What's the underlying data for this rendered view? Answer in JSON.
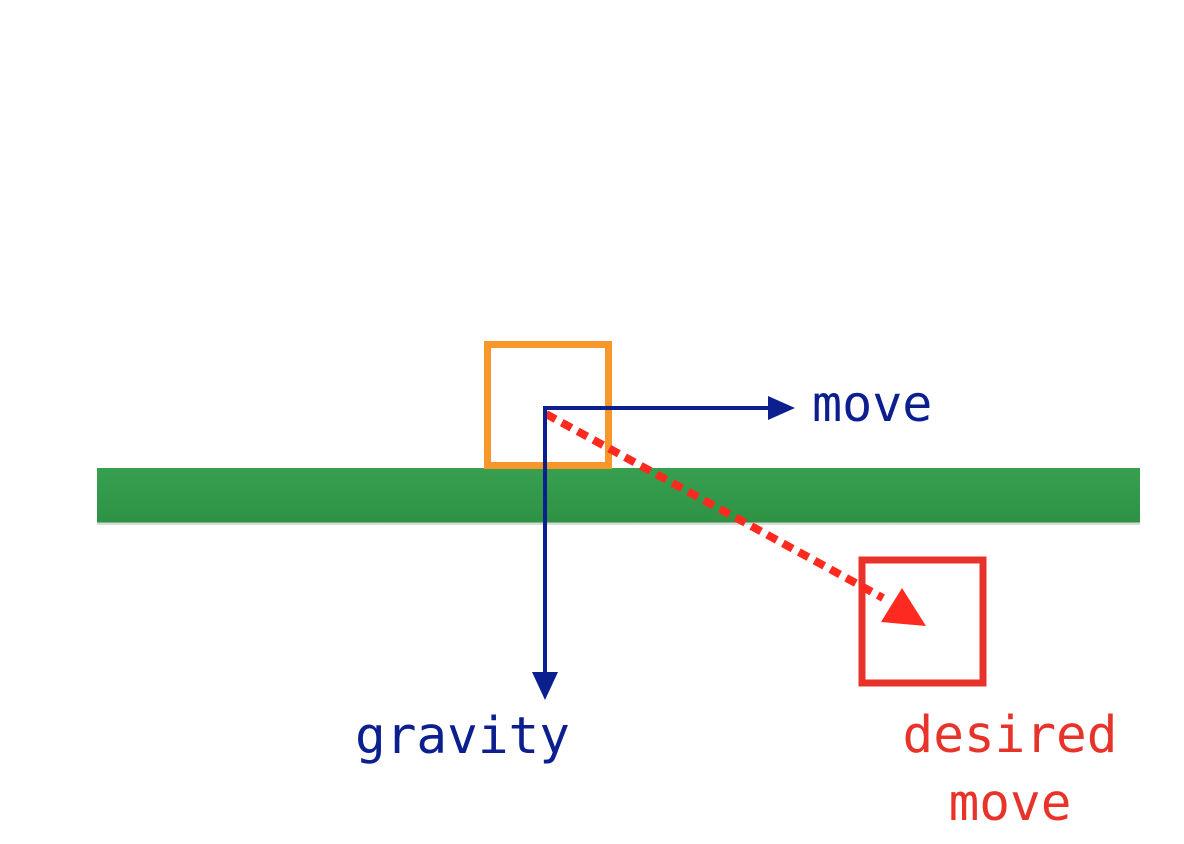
{
  "labels": {
    "move": "move",
    "gravity": "gravity",
    "desired_line1": "desired",
    "desired_line2": "move"
  },
  "colors": {
    "background": "#ffffff",
    "ground": "#33994a",
    "ground_edge": "#2c8a41",
    "player_box": "#f7962b",
    "force_arrows": "#0b1f8f",
    "desired": "#e8332a",
    "desired_arrowhead": "#ff2a1f"
  },
  "icons": {
    "move_arrow": "arrow-right-icon",
    "gravity_arrow": "arrow-down-icon",
    "desired_arrow": "dotted-diagonal-arrow-icon"
  }
}
